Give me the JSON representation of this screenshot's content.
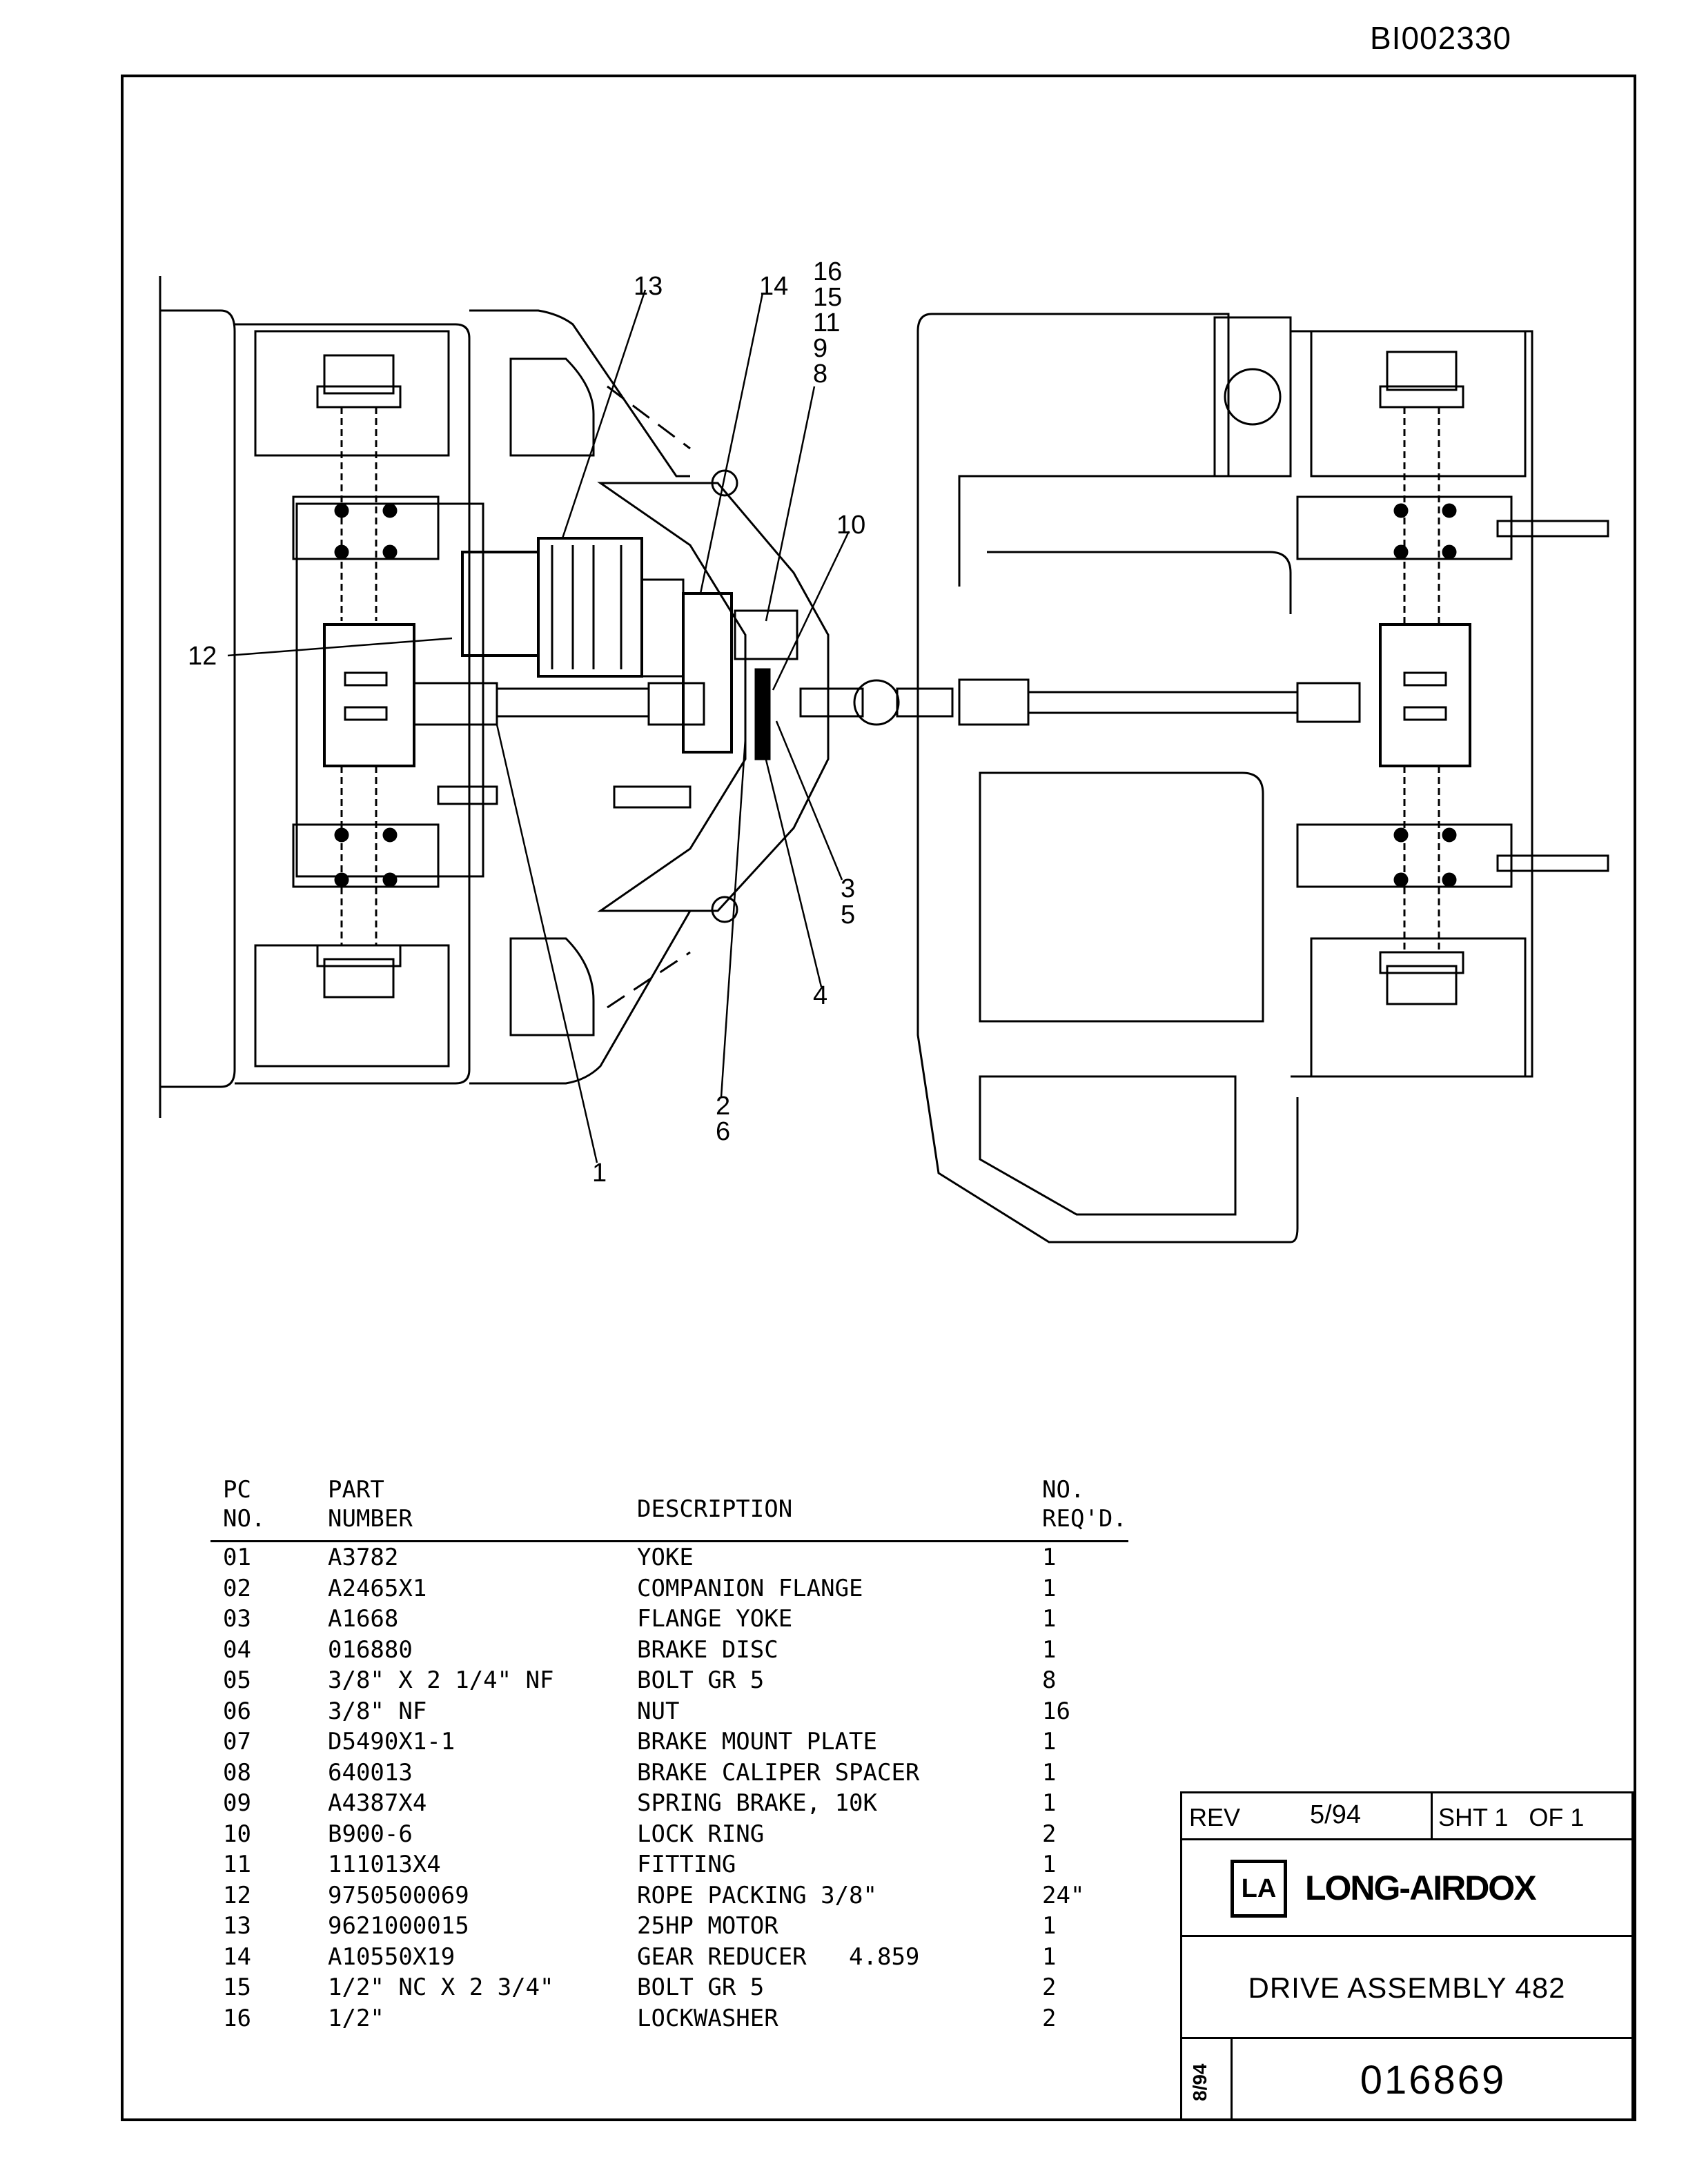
{
  "document": {
    "id": "BI002330"
  },
  "callouts": [
    "13",
    "14",
    "16",
    "15",
    "11",
    "9",
    "8",
    "10",
    "12",
    "3",
    "5",
    "4",
    "2",
    "6",
    "1"
  ],
  "parts_table": {
    "headers": {
      "pc_line1": "PC",
      "pc_line2": "NO.",
      "part_line1": "PART",
      "part_line2": "NUMBER",
      "description": "DESCRIPTION",
      "qty_line1": "NO.",
      "qty_line2": "REQ'D."
    },
    "rows": [
      {
        "pc": "01",
        "part": "A3782",
        "desc": "YOKE",
        "qty": "1"
      },
      {
        "pc": "02",
        "part": "A2465X1",
        "desc": "COMPANION FLANGE",
        "qty": "1"
      },
      {
        "pc": "03",
        "part": "A1668",
        "desc": "FLANGE YOKE",
        "qty": "1"
      },
      {
        "pc": "04",
        "part": "016880",
        "desc": "BRAKE DISC",
        "qty": "1"
      },
      {
        "pc": "05",
        "part": "3/8\" X 2 1/4\" NF",
        "desc": "BOLT GR 5",
        "qty": "8"
      },
      {
        "pc": "06",
        "part": "3/8\" NF",
        "desc": "NUT",
        "qty": "16"
      },
      {
        "pc": "07",
        "part": "D5490X1-1",
        "desc": "BRAKE MOUNT PLATE",
        "qty": "1"
      },
      {
        "pc": "08",
        "part": "640013",
        "desc": "BRAKE CALIPER SPACER",
        "qty": "1"
      },
      {
        "pc": "09",
        "part": "A4387X4",
        "desc": "SPRING BRAKE, 10K",
        "qty": "1"
      },
      {
        "pc": "10",
        "part": "B900-6",
        "desc": "LOCK RING",
        "qty": "2"
      },
      {
        "pc": "11",
        "part": "111013X4",
        "desc": "FITTING",
        "qty": "1"
      },
      {
        "pc": "12",
        "part": "9750500069",
        "desc": "ROPE PACKING 3/8\"",
        "qty": "24\""
      },
      {
        "pc": "13",
        "part": "9621000015",
        "desc": "25HP MOTOR",
        "qty": "1"
      },
      {
        "pc": "14",
        "part": "A10550X19",
        "desc": "GEAR REDUCER   4.859",
        "qty": "1"
      },
      {
        "pc": "15",
        "part": "1/2\" NC X 2 3/4\"",
        "desc": "BOLT GR 5",
        "qty": "2"
      },
      {
        "pc": "16",
        "part": "1/2\"",
        "desc": "LOCKWASHER",
        "qty": "2"
      }
    ]
  },
  "title_block": {
    "rev_label": "REV",
    "rev_value": "5/94",
    "sheet": "SHT 1   OF 1",
    "logo_mark": "LA",
    "company": "LONG-AIRDOX",
    "title": "DRIVE ASSEMBLY 482",
    "drawing_number": "016869",
    "date_stamp": "8/94"
  }
}
